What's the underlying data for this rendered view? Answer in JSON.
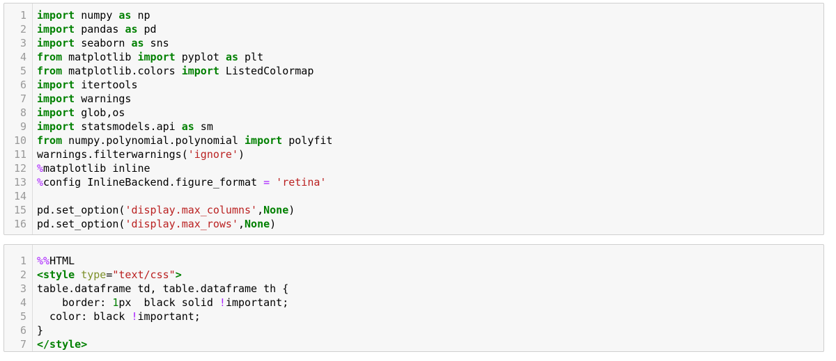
{
  "cells": [
    {
      "lines": [
        [
          {
            "t": "import",
            "c": "kw"
          },
          {
            "t": " numpy "
          },
          {
            "t": "as",
            "c": "kw"
          },
          {
            "t": " np"
          }
        ],
        [
          {
            "t": "import",
            "c": "kw"
          },
          {
            "t": " pandas "
          },
          {
            "t": "as",
            "c": "kw"
          },
          {
            "t": " pd"
          }
        ],
        [
          {
            "t": "import",
            "c": "kw"
          },
          {
            "t": " seaborn "
          },
          {
            "t": "as",
            "c": "kw"
          },
          {
            "t": " sns"
          }
        ],
        [
          {
            "t": "from",
            "c": "kw"
          },
          {
            "t": " matplotlib "
          },
          {
            "t": "import",
            "c": "kw"
          },
          {
            "t": " pyplot "
          },
          {
            "t": "as",
            "c": "kw"
          },
          {
            "t": " plt"
          }
        ],
        [
          {
            "t": "from",
            "c": "kw"
          },
          {
            "t": " matplotlib.colors "
          },
          {
            "t": "import",
            "c": "kw"
          },
          {
            "t": " ListedColormap"
          }
        ],
        [
          {
            "t": "import",
            "c": "kw"
          },
          {
            "t": " itertools"
          }
        ],
        [
          {
            "t": "import",
            "c": "kw"
          },
          {
            "t": " warnings"
          }
        ],
        [
          {
            "t": "import",
            "c": "kw"
          },
          {
            "t": " glob,os"
          }
        ],
        [
          {
            "t": "import",
            "c": "kw"
          },
          {
            "t": " statsmodels.api "
          },
          {
            "t": "as",
            "c": "kw"
          },
          {
            "t": " sm"
          }
        ],
        [
          {
            "t": "from",
            "c": "kw"
          },
          {
            "t": " numpy.polynomial.polynomial "
          },
          {
            "t": "import",
            "c": "kw"
          },
          {
            "t": " polyfit"
          }
        ],
        [
          {
            "t": "warnings.filterwarnings("
          },
          {
            "t": "'ignore'",
            "c": "str"
          },
          {
            "t": ")"
          }
        ],
        [
          {
            "t": "%",
            "c": "mag"
          },
          {
            "t": "matplotlib inline"
          }
        ],
        [
          {
            "t": "%",
            "c": "mag"
          },
          {
            "t": "config InlineBackend.figure_format "
          },
          {
            "t": "=",
            "c": "mag"
          },
          {
            "t": " "
          },
          {
            "t": "'retina'",
            "c": "str"
          }
        ],
        [],
        [
          {
            "t": "pd.set_option("
          },
          {
            "t": "'display.max_columns'",
            "c": "str"
          },
          {
            "t": ","
          },
          {
            "t": "None",
            "c": "kw"
          },
          {
            "t": ")"
          }
        ],
        [
          {
            "t": "pd.set_option("
          },
          {
            "t": "'display.max_rows'",
            "c": "str"
          },
          {
            "t": ","
          },
          {
            "t": "None",
            "c": "kw"
          },
          {
            "t": ")"
          }
        ]
      ]
    },
    {
      "lines": [
        [
          {
            "t": "%%",
            "c": "mag"
          },
          {
            "t": "HTML"
          }
        ],
        [
          {
            "t": "<style",
            "c": "tag"
          },
          {
            "t": " "
          },
          {
            "t": "type",
            "c": "attr"
          },
          {
            "t": "="
          },
          {
            "t": "\"text/css\"",
            "c": "str"
          },
          {
            "t": ">",
            "c": "tag"
          }
        ],
        [
          {
            "t": "table.dataframe td, table.dataframe th {"
          }
        ],
        [
          {
            "t": "    border: "
          },
          {
            "t": "1",
            "c": "num"
          },
          {
            "t": "px  black solid "
          },
          {
            "t": "!",
            "c": "imp"
          },
          {
            "t": "important;"
          }
        ],
        [
          {
            "t": "  color: black "
          },
          {
            "t": "!",
            "c": "imp"
          },
          {
            "t": "important;"
          }
        ],
        [
          {
            "t": "}"
          }
        ],
        [
          {
            "t": "</style>",
            "c": "tag"
          }
        ]
      ]
    }
  ]
}
